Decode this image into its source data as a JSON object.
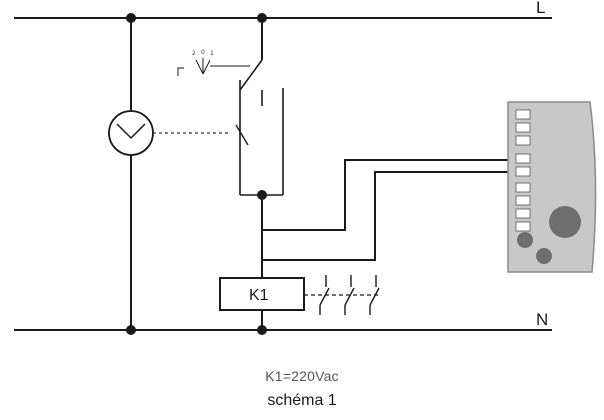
{
  "rails": {
    "live_label": "L",
    "neutral_label": "N"
  },
  "relay": {
    "label": "K1"
  },
  "switch_positions": [
    "2",
    "0",
    "1"
  ],
  "captions": {
    "voltage": "K1=220Vac",
    "title": "schéma 1"
  },
  "colors": {
    "line": "#1a1a1a",
    "module_fill": "#c8c8c8",
    "module_stroke": "#8a8a8a",
    "knob": "#6e6e6e"
  }
}
